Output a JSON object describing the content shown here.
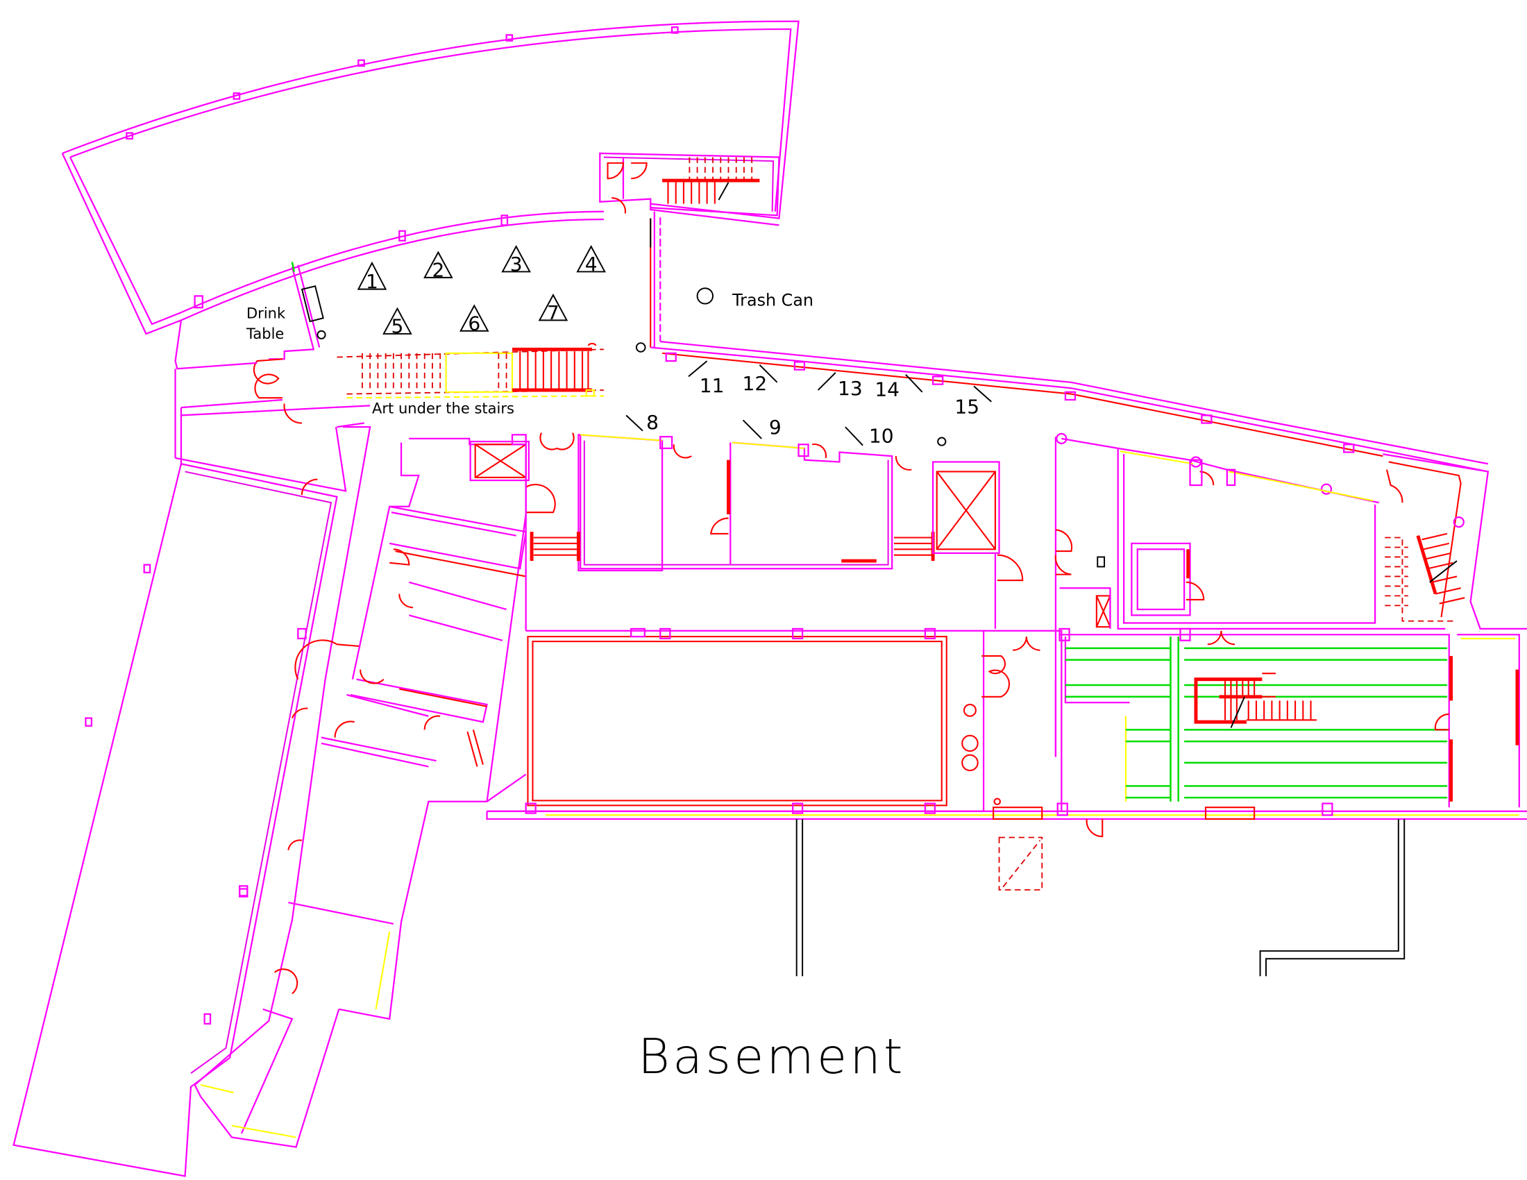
{
  "plan": {
    "title": "Basement",
    "labels": {
      "drink_table_line1": "Drink",
      "drink_table_line2": "Table",
      "trash_can": "Trash Can",
      "art_under_stairs": "Art under the stairs"
    },
    "triangle_markers": [
      "1",
      "2",
      "3",
      "4",
      "5",
      "6",
      "7"
    ],
    "wall_markers": [
      "8",
      "9",
      "10",
      "11",
      "12",
      "13",
      "14",
      "15"
    ],
    "colors": {
      "walls": "#ff00ff",
      "doors_stairs": "#ff0000",
      "glazing": "#ffff00",
      "parking_lines": "#00dd00",
      "annotations": "#000000"
    }
  }
}
